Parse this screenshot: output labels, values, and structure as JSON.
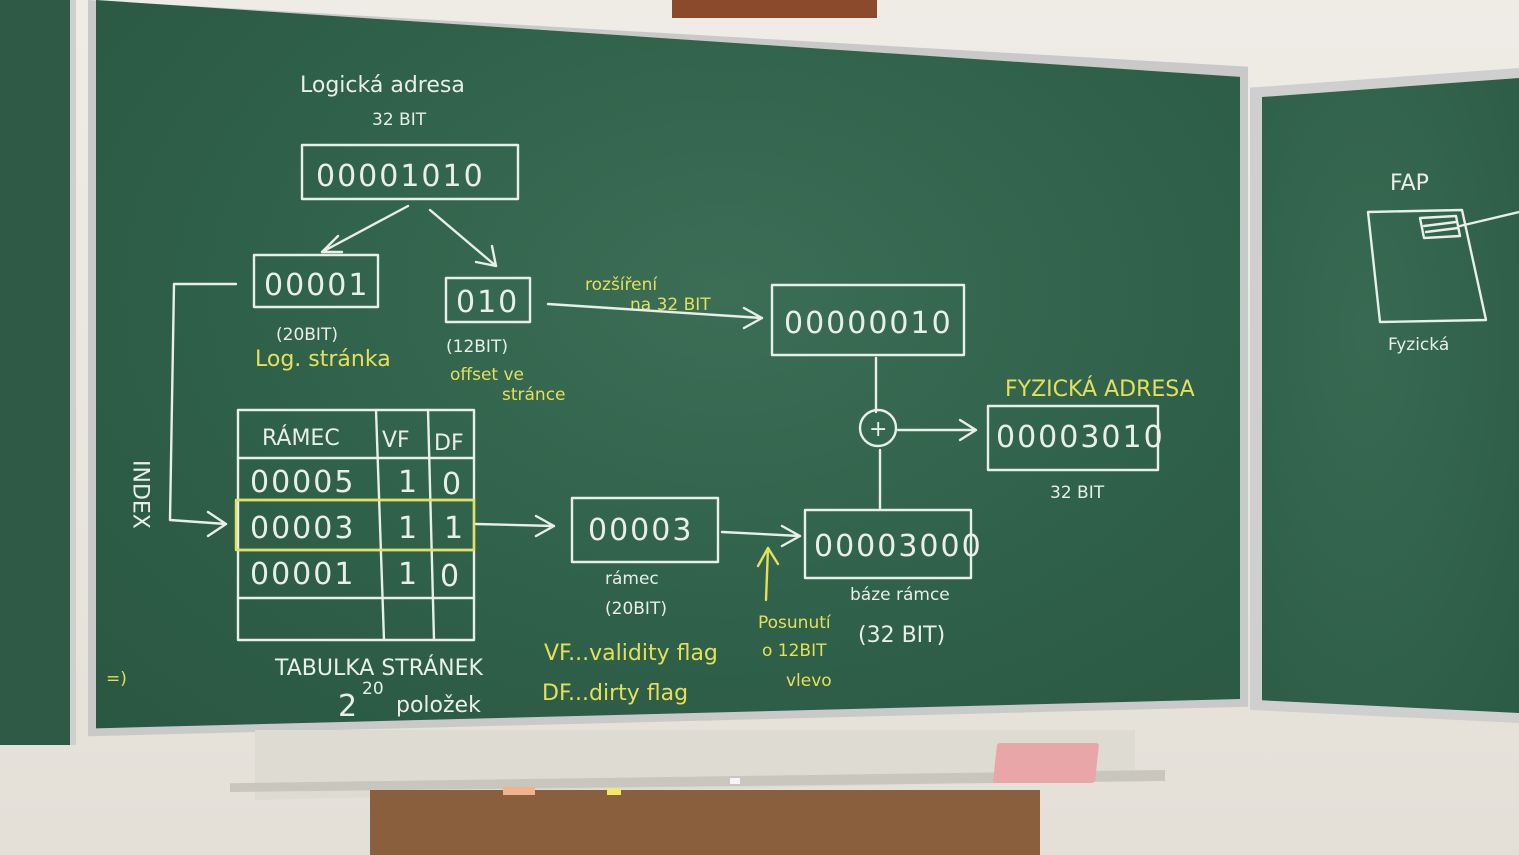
{
  "diagram": {
    "logical_address_title": "Logická adresa",
    "logical_address_bits": "32 BIT",
    "logical_address_value": "00001010",
    "page_number_value": "00001",
    "page_number_bits": "(20BIT)",
    "page_number_label": "Log. stránka",
    "offset_value": "010",
    "offset_bits": "(12BIT)",
    "offset_label_1": "offset ve",
    "offset_label_2": "stránce",
    "index_label": "INDEX",
    "extension_label_1": "rozšíření",
    "extension_label_2": "na 32 BIT",
    "extended_offset_value": "00000010",
    "physical_address_label": "FYZICKÁ ADRESA",
    "physical_address_value": "00003010",
    "physical_address_bits": "32 BIT",
    "plus_symbol": "+",
    "table_headers": [
      "RÁMEC",
      "VF",
      "DF"
    ],
    "table_rows": [
      {
        "frame": "00005",
        "vf": "1",
        "df": "0"
      },
      {
        "frame": "00003",
        "vf": "1",
        "df": "1"
      },
      {
        "frame": "00001",
        "vf": "1",
        "df": "0"
      }
    ],
    "table_title": "TABULKA STRÁNEK",
    "table_size_base": "2",
    "table_size_exp": "20",
    "table_size_unit": "položek",
    "frame_value": "00003",
    "frame_label": "rámec",
    "frame_bits": "(20BIT)",
    "frame_base_value": "00003000",
    "frame_base_label": "báze rámce",
    "frame_base_bits": "(32 BIT)",
    "shift_label_1": "Posunutí",
    "shift_label_2": "o 12BIT",
    "shift_label_3": "vlevo",
    "vf_legend": "VF...validity flag",
    "df_legend": "DF...dirty flag",
    "smiley": "=)"
  },
  "side_board": {
    "fap_label": "FAP",
    "physical_label": "Fyzická"
  }
}
